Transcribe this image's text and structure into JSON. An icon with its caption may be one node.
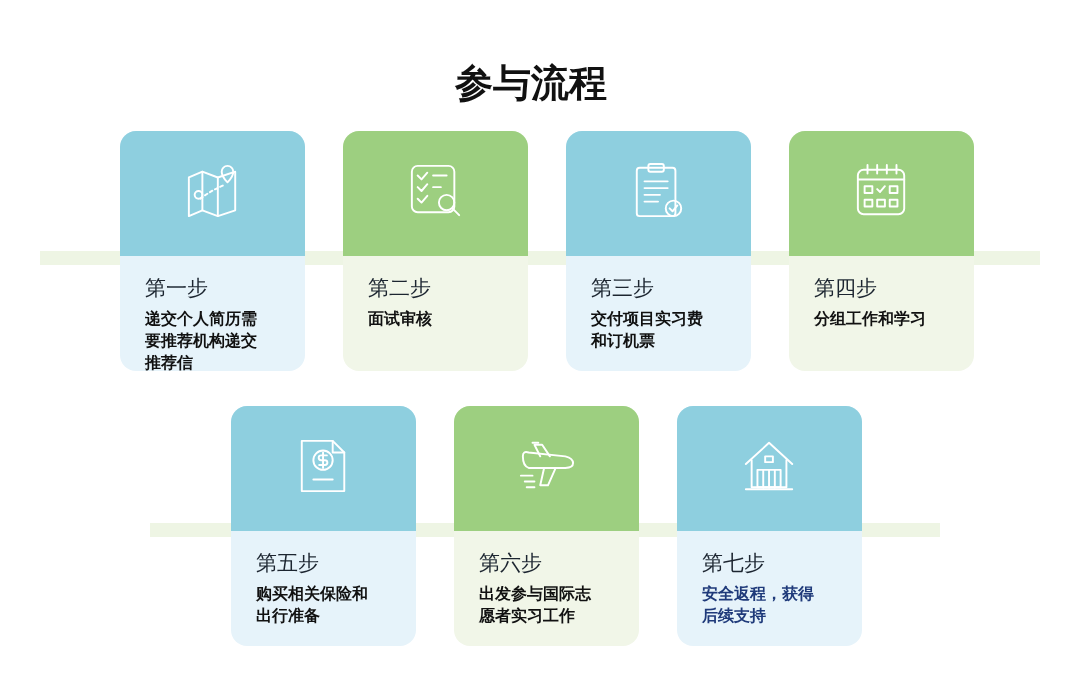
{
  "diagram": {
    "title": "参与流程",
    "nodes": [
      {
        "text": [
          "第一步",
          "递交个人简历需要推荐机构递交推荐信"
        ]
      },
      {
        "text": [
          "第二步",
          "面试审核"
        ]
      },
      {
        "text": [
          "第三步",
          "交付项目实习费和订机票"
        ]
      },
      {
        "text": [
          "第四步",
          "分组工作和学习"
        ]
      },
      {
        "text": [
          "第五步",
          "购买相关保险和出行准备"
        ]
      },
      {
        "text": [
          "第六步",
          "出发参与国际志愿者实习工作"
        ]
      },
      {
        "text": [
          "第七步",
          "安全返程，获得后续支持"
        ]
      }
    ]
  }
}
